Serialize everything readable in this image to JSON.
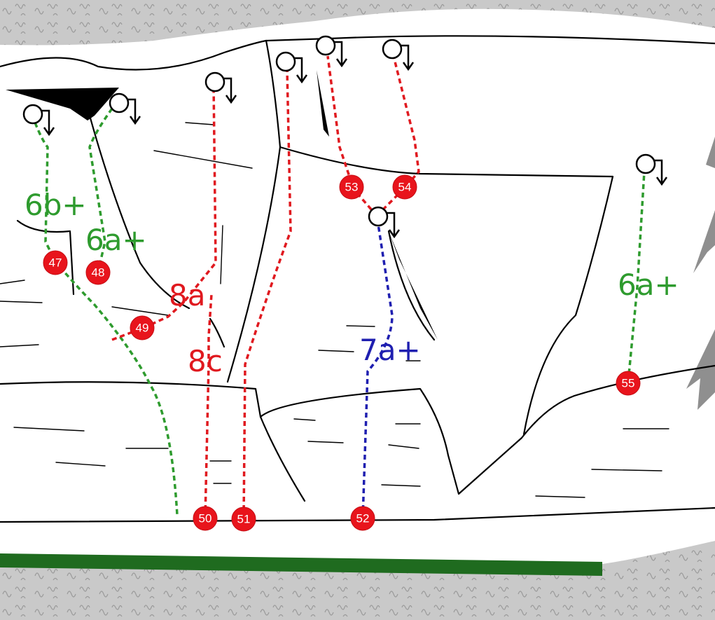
{
  "colors": {
    "green": "#2e9b2e",
    "red": "#e0191f",
    "blue": "#1f1fb0",
    "marker": "#e8141c",
    "ground_bar": "#1f6b1f",
    "ground_texture": "#c8c8c8"
  },
  "icons": {
    "anchor": "lower-off-ring-with-arrow-icon",
    "route_start": "red-numbered-circle-icon",
    "ground_scree": "scree-texture",
    "grass": "grass-bar"
  },
  "grades": {
    "g_6b_plus": "6b+",
    "g_6a_plus_left": "6a+",
    "g_8a": "8a",
    "g_8c": "8c",
    "g_7a_plus": "7a+",
    "g_6a_plus_right": "6a+"
  },
  "routes": {
    "r47": {
      "number": "47",
      "grade": "6b+",
      "color": "green"
    },
    "r48": {
      "number": "48",
      "grade": "6a+",
      "color": "green"
    },
    "r49": {
      "number": "49",
      "grade": "8a",
      "color": "red"
    },
    "r50": {
      "number": "50",
      "grade": "8c",
      "color": "red"
    },
    "r51": {
      "number": "51",
      "grade": "",
      "color": "red"
    },
    "r52": {
      "number": "52",
      "grade": "7a+",
      "color": "blue"
    },
    "r53": {
      "number": "53",
      "grade": "",
      "color": "red"
    },
    "r54": {
      "number": "54",
      "grade": "",
      "color": "red"
    },
    "r55": {
      "number": "55",
      "grade": "6a+",
      "color": "green"
    }
  }
}
